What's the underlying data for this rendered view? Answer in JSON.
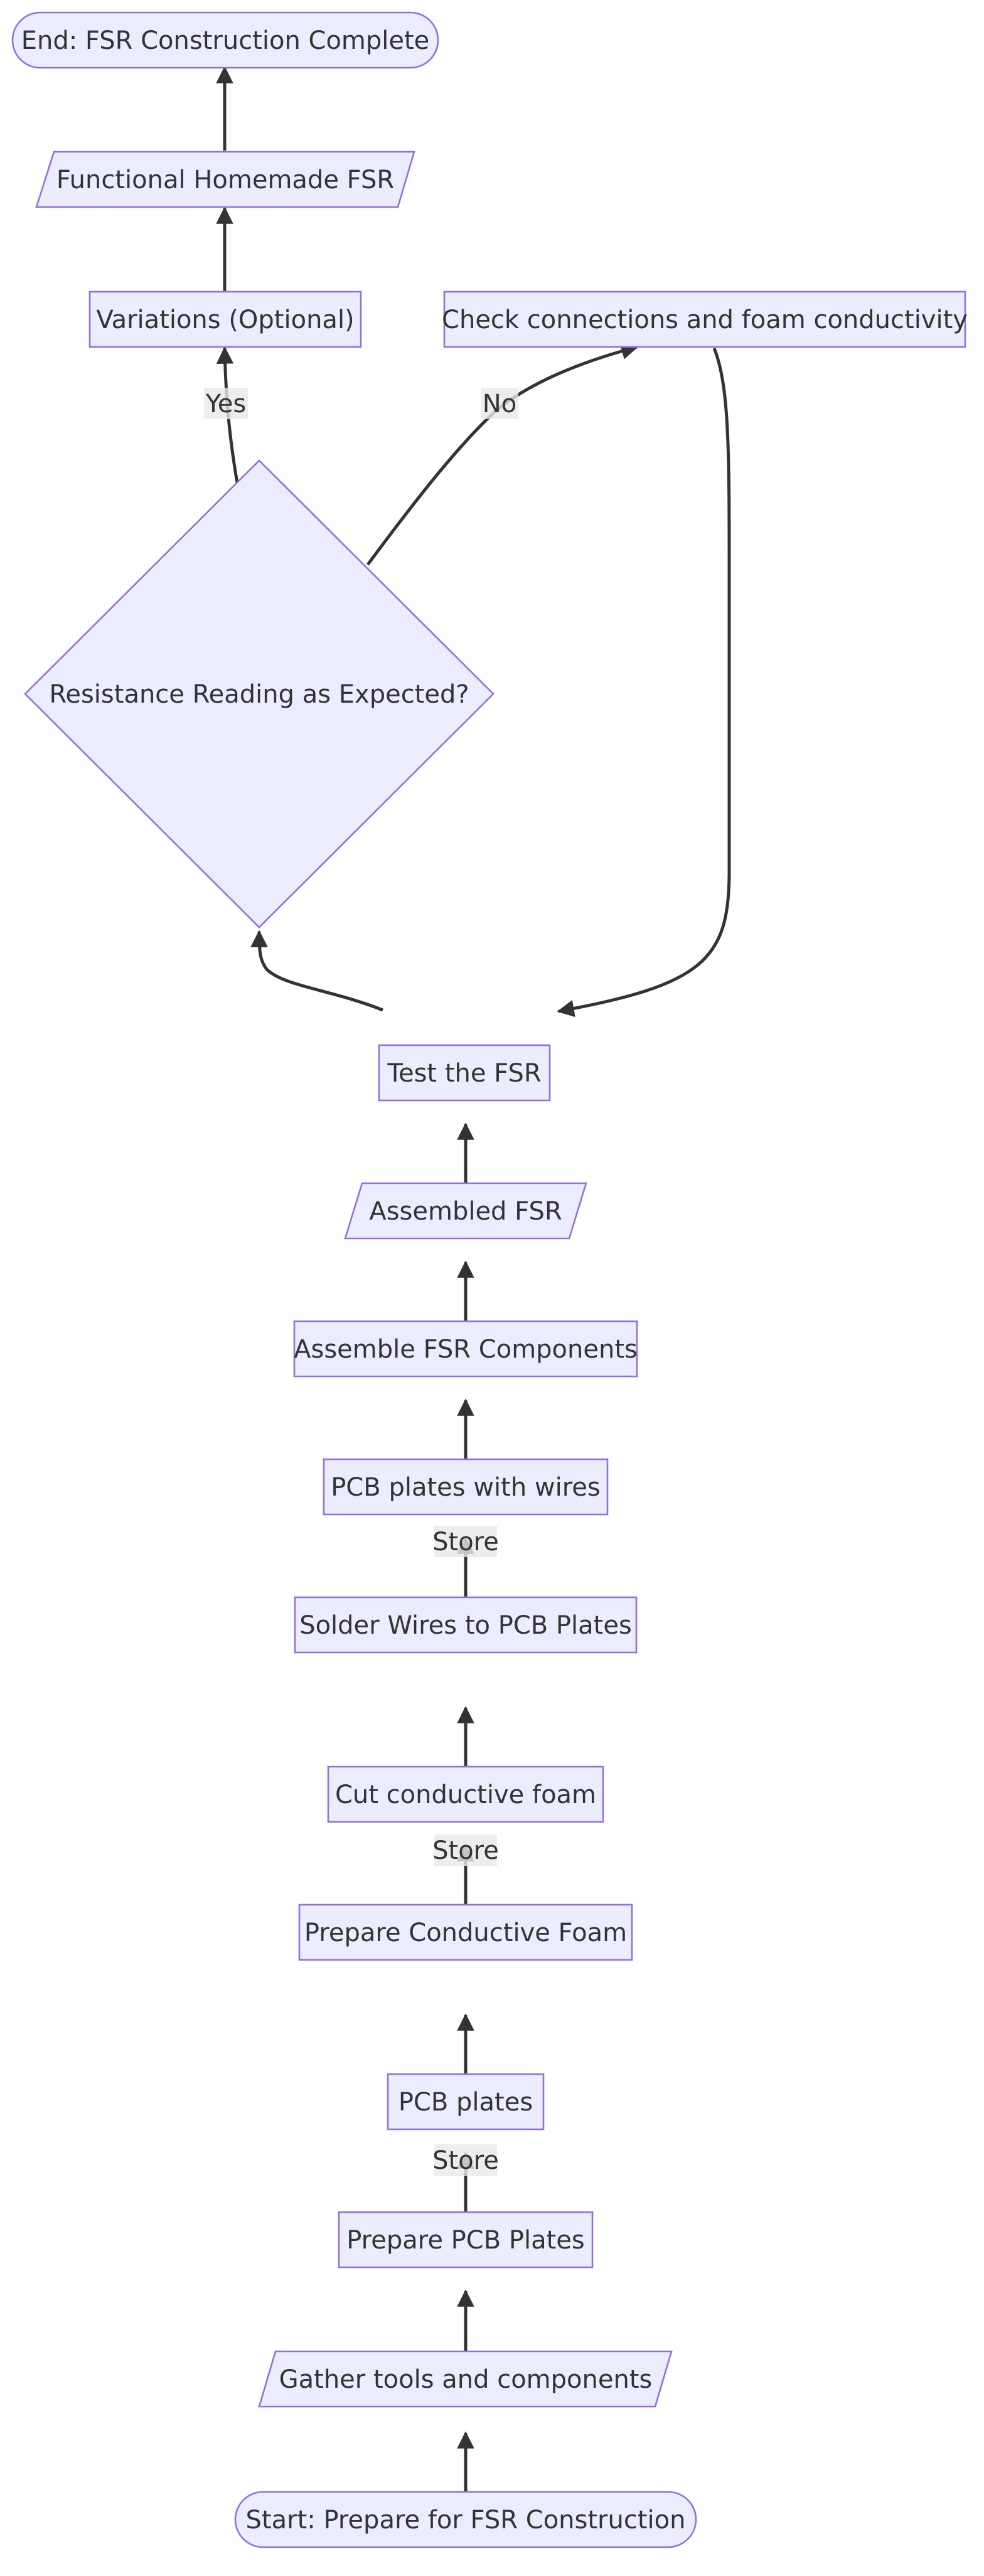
{
  "diagram": {
    "nodes": {
      "start": "Start: Prepare for FSR Construction",
      "gather": "Gather tools and components",
      "prepare_pcb": "Prepare PCB Plates",
      "pcb_plates": "PCB plates",
      "prepare_foam": "Prepare Conductive Foam",
      "cut_foam": "Cut conductive foam",
      "solder": "Solder Wires to PCB Plates",
      "pcb_wires": "PCB plates with wires",
      "assemble": "Assemble FSR Components",
      "assembled": "Assembled FSR",
      "test": "Test the FSR",
      "decision": "Resistance Reading as Expected?",
      "check": "Check connections and foam conductivity",
      "variations": "Variations (Optional)",
      "functional": "Functional Homemade FSR",
      "end": "End: FSR Construction Complete"
    },
    "edge_labels": {
      "store_pcb": "Store",
      "store_foam": "Store",
      "store_wires": "Store",
      "yes": "Yes",
      "no": "No"
    }
  }
}
